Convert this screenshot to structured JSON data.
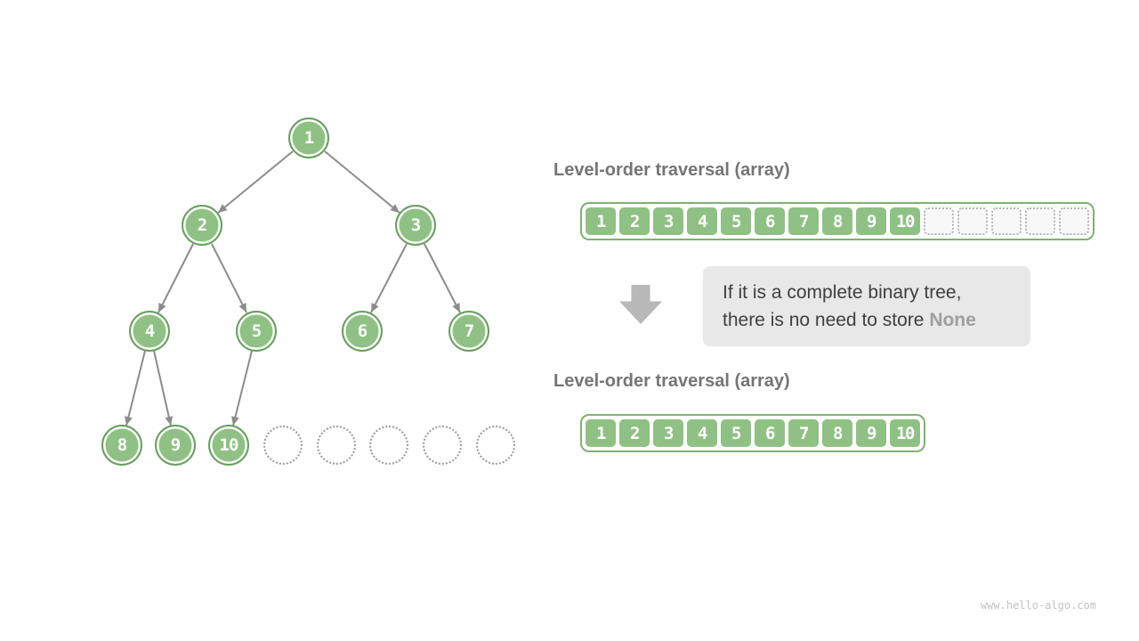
{
  "tree": {
    "labels": [
      "1",
      "2",
      "3",
      "4",
      "5",
      "6",
      "7",
      "8",
      "9",
      "10"
    ],
    "empty_slot_count": 5
  },
  "arrays": {
    "top": {
      "title": "Level-order traversal (array)",
      "cells": [
        "1",
        "2",
        "3",
        "4",
        "5",
        "6",
        "7",
        "8",
        "9",
        "10"
      ],
      "empty_cell_count": 5
    },
    "bottom": {
      "title": "Level-order traversal (array)",
      "cells": [
        "1",
        "2",
        "3",
        "4",
        "5",
        "6",
        "7",
        "8",
        "9",
        "10"
      ]
    }
  },
  "note": {
    "line1": "If it is a complete binary tree,",
    "line2_prefix": "there is no need to store ",
    "emphasis": "None"
  },
  "footer": {
    "watermark": "www.hello-algo.com"
  },
  "colors": {
    "node_fill": "#8fc184",
    "node_border": "#67a05e",
    "array_border": "#7db36f",
    "arrow_gray": "#8c8c8c",
    "title_gray": "#757575",
    "note_bg": "#e8e8e8",
    "none_gray": "#9e9e9e"
  }
}
